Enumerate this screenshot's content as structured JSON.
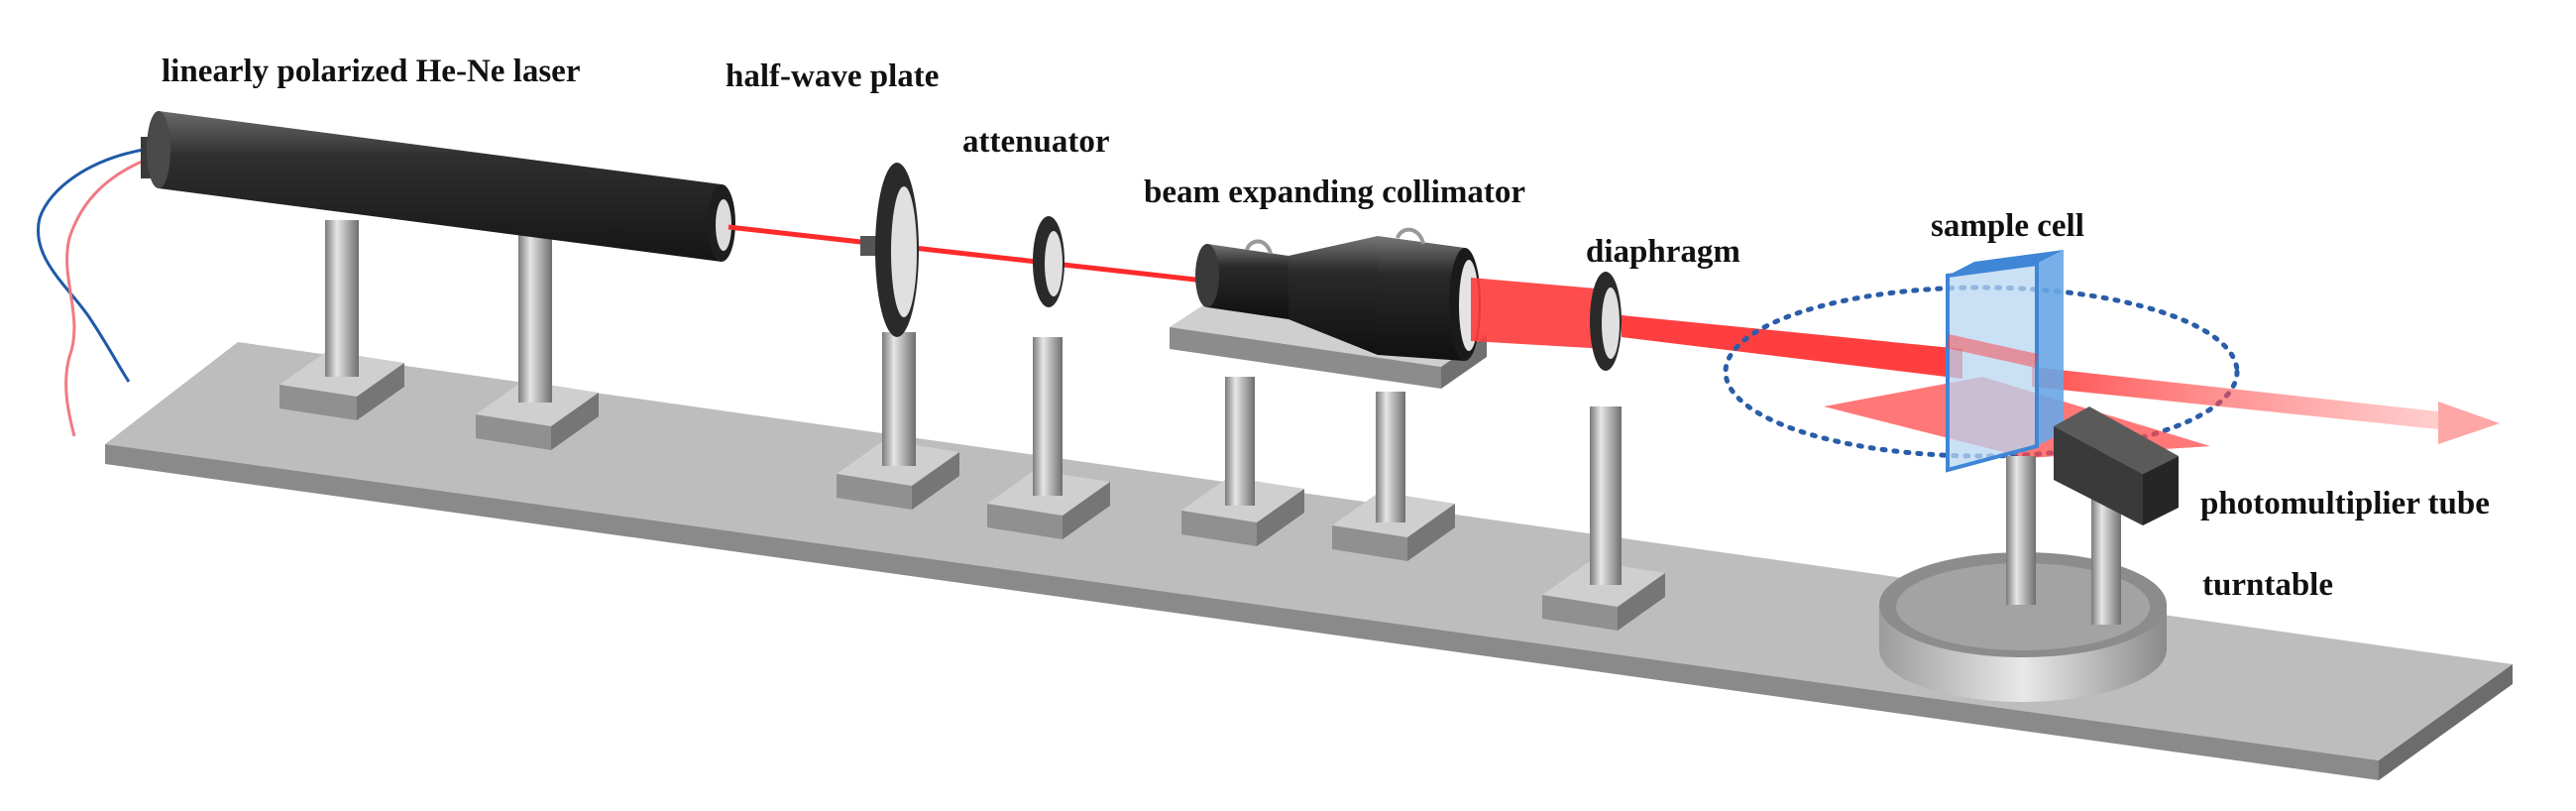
{
  "diagram": {
    "labels": {
      "laser": "linearly polarized He-Ne laser",
      "half_wave_plate": "half-wave plate",
      "attenuator": "attenuator",
      "collimator": "beam expanding collimator",
      "diaphragm": "diaphragm",
      "sample_cell": "sample cell",
      "photomultiplier": "photomultiplier tube",
      "turntable": "turntable"
    },
    "colors": {
      "laser_beam": "#ff2a2a",
      "expanded_beam": "#ff5555",
      "bench": "#a6a6a6",
      "laser_body": "#2f2f2f",
      "sample_cell": "#5aa6e8",
      "rotation_path": "#2a5da8"
    }
  }
}
